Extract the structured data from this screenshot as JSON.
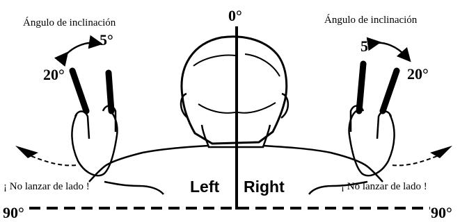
{
  "diagram": {
    "top_center_angle": "0°",
    "left": {
      "tilt_label": "Ángulo de inclinación",
      "angle_small": "5°",
      "angle_large": "20°",
      "warning": "¡ No lanzar de lado !",
      "side_label": "Left",
      "horizontal_angle": "90°"
    },
    "right": {
      "tilt_label": "Ángulo de inclinación",
      "angle_small": "5°",
      "angle_large": "20°",
      "warning": "¡ No lanzar de lado !",
      "side_label": "Right",
      "horizontal_angle": "90°"
    }
  },
  "colors": {
    "ink": "#000000",
    "background": "#ffffff"
  }
}
